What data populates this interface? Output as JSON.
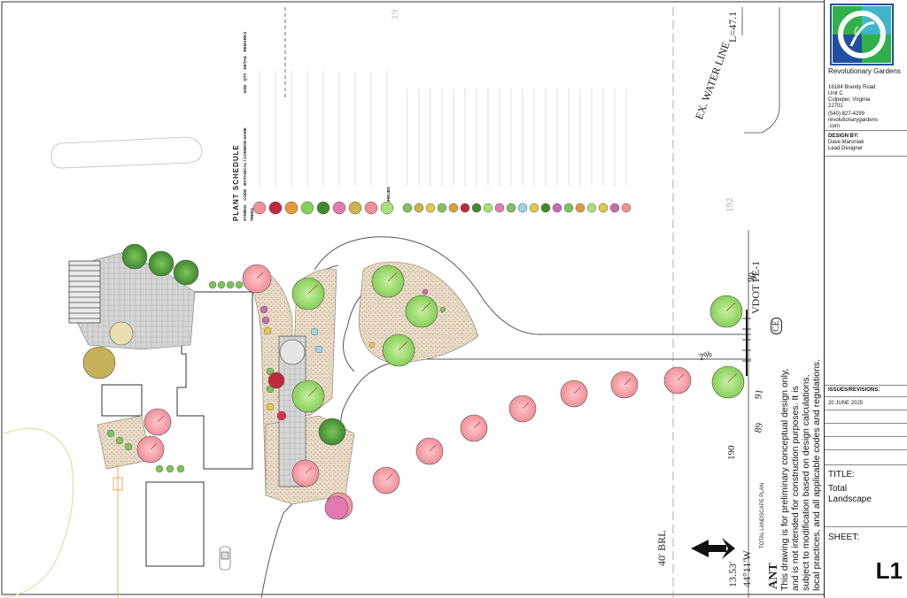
{
  "title_block": {
    "company_name": "Revolutionary Gardens",
    "address_line1": "16184 Brandy Road",
    "address_line2": "Unit C",
    "address_line3": "Culpeper, Virginia",
    "address_line4": "22701",
    "phone": "(540) 827-4299",
    "website": "revolutionarygardens",
    "website_tld": ".com",
    "design_by_label": "DESIGN BY:",
    "designer_name": "Dave Maroniak",
    "designer_role": "Lead Designer",
    "issues_label": "ISSUES/REVISIONS:",
    "issue_date": "20 JUNE 2025",
    "title_label": "TITLE:",
    "title_line1": "Total",
    "title_line2": "Landscape",
    "sheet_label": "SHEET:",
    "sheet_number": "L1"
  },
  "disclaimer": {
    "line1": "This drawing is for preliminary conceptual design only,",
    "line2": "and is not intended for construction purposes. It is",
    "line3": "subject to modification based on design calculations,",
    "line4": "local practices, and all applicable codes and regulations."
  },
  "plan_title": "TOTAL LANDSCAPE PLAN",
  "north_label": "ANT",
  "survey": {
    "water_line": "EX. WATER LINE",
    "l_label": "L=47.1",
    "vdot": "VDOT PE-1",
    "slope": "2%",
    "brl": "40' BRL",
    "bearing": "44°11'W",
    "distance": "13.53'",
    "contour_190": "190",
    "contour_192": "192",
    "contour_19": "19",
    "spot_90": "90",
    "spot_89": "89",
    "spot_91": "91",
    "ce_label": "CE"
  },
  "schedule": {
    "title": "PLANT SCHEDULE",
    "col_symbol": "SYMBOL",
    "col_code": "CODE",
    "col_botanical": "BOTANICAL / COMMON NAME",
    "col_size": "SIZE",
    "col_qty": "QTY",
    "col_detail": "DETAIL",
    "col_remarks": "REMARKS",
    "trees_heading": "TREES",
    "shrubs_heading": "SHRUBS"
  },
  "colors": {
    "tree_pink": "#f3a0a8",
    "tree_green_light": "#a8e07a",
    "tree_green_dark": "#4f9c3a",
    "hardscape": "#cfcfcf",
    "logo_blue": "#1f4fa0",
    "logo_green": "#2fb04a",
    "logo_teal": "#3fb6c9"
  }
}
